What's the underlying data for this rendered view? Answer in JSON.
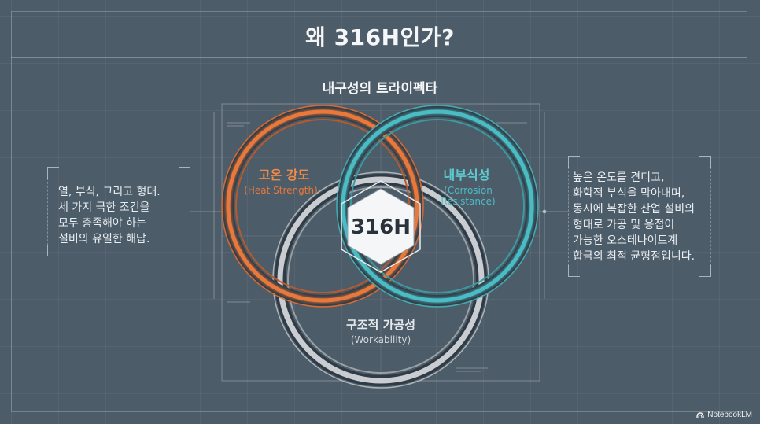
{
  "title": "왜 316H인가?",
  "subtitle": "내구성의 트라이펙타",
  "left_box": {
    "lines": [
      "열, 부식, 그리고 형태.",
      "세 가지 극한 조건을",
      "모두 충족해야 하는",
      "설비의 유일한 해답."
    ]
  },
  "right_box": {
    "lines": [
      "높은 온도를 견디고,",
      "화학적 부식을 막아내며,",
      "동시에 복잡한 산업 설비의",
      "형태로 가공 및 용접이",
      "가능한 오스테나이트계",
      "합금의 최적 균형점입니다."
    ]
  },
  "diagram": {
    "center_label": "316H",
    "heat": {
      "title": "고온 강도",
      "sub": "(Heat Strength)",
      "color": "#e8783a"
    },
    "corrosion": {
      "title": "내부식성",
      "sub1": "(Corrosion",
      "sub2": "Resistance)",
      "color": "#4bbcc4"
    },
    "workability": {
      "title": "구조적 가공성",
      "sub": "(Workability)",
      "color": "#c9ccd0"
    }
  },
  "watermark": {
    "icon": "notebooklm-icon",
    "text": "NotebookLM"
  }
}
